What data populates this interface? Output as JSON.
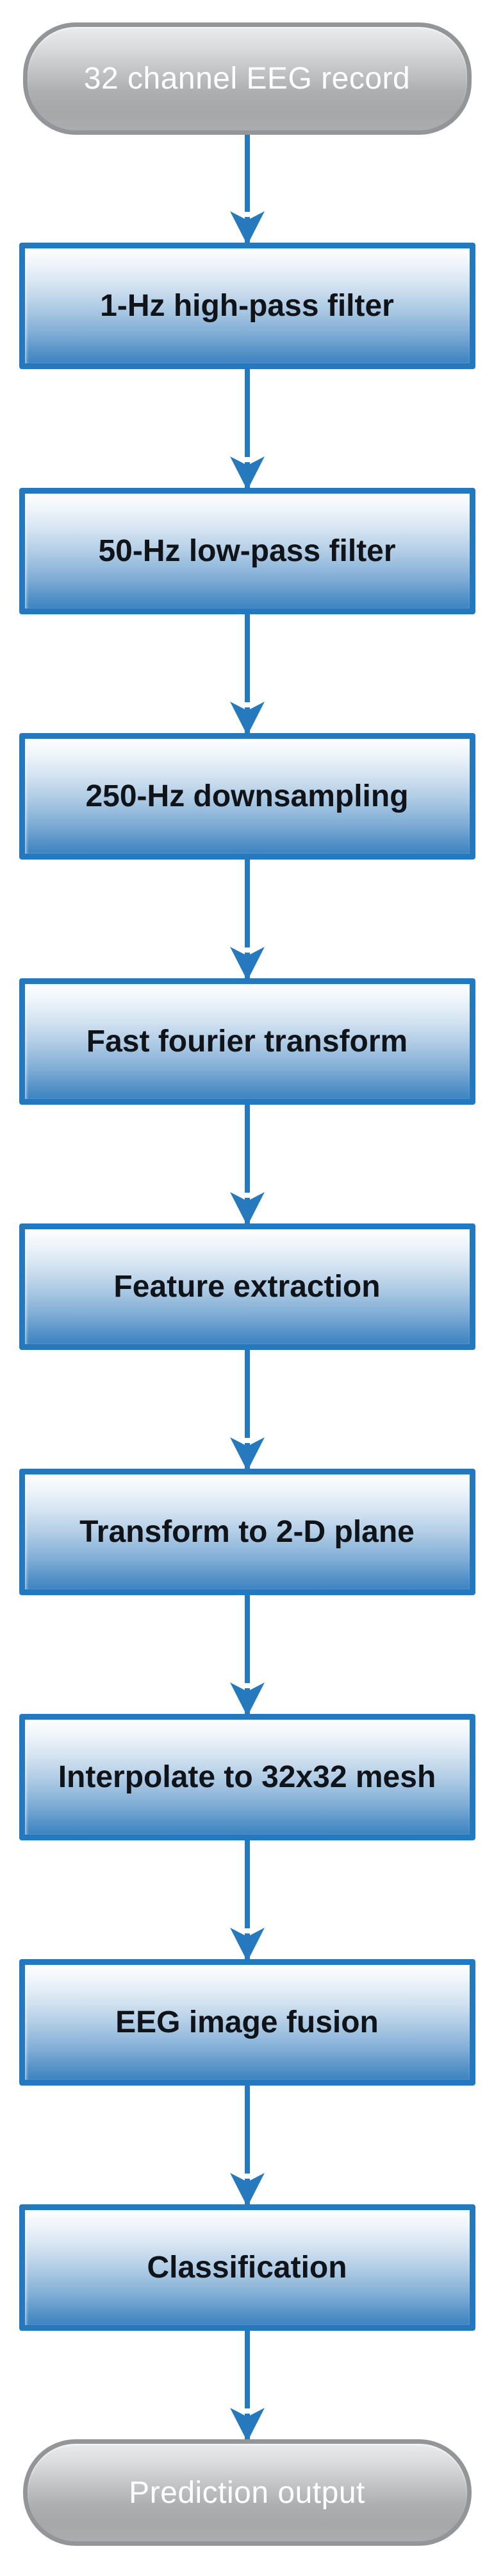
{
  "diagram": {
    "type": "flowchart",
    "orientation": "top-down",
    "nodes": [
      {
        "label": "32 channel EEG record",
        "shape": "terminator"
      },
      {
        "label": "1-Hz high-pass filter",
        "shape": "process"
      },
      {
        "label": "50-Hz low-pass filter",
        "shape": "process"
      },
      {
        "label": "250-Hz downsampling",
        "shape": "process"
      },
      {
        "label": "Fast fourier transform",
        "shape": "process"
      },
      {
        "label": "Feature extraction",
        "shape": "process"
      },
      {
        "label": "Transform to 2-D plane",
        "shape": "process"
      },
      {
        "label": "Interpolate to 32x32 mesh",
        "shape": "process"
      },
      {
        "label": "EEG image fusion",
        "shape": "process"
      },
      {
        "label": "Classification",
        "shape": "process"
      },
      {
        "label": "Prediction output",
        "shape": "terminator"
      }
    ],
    "edges": [
      {
        "from": 0,
        "to": 1
      },
      {
        "from": 1,
        "to": 2
      },
      {
        "from": 2,
        "to": 3
      },
      {
        "from": 3,
        "to": 4
      },
      {
        "from": 4,
        "to": 5
      },
      {
        "from": 5,
        "to": 6
      },
      {
        "from": 6,
        "to": 7
      },
      {
        "from": 7,
        "to": 8
      },
      {
        "from": 8,
        "to": 9
      },
      {
        "from": 9,
        "to": 10
      }
    ],
    "colors": {
      "process_border": "#2478BE",
      "process_fill_top": "#FEFFFF",
      "process_fill_bottom": "#3D84C1",
      "process_text": "#101418",
      "terminator_border": "#939598",
      "terminator_fill_top": "#EAEBEC",
      "terminator_fill_bottom": "#A6A7A9",
      "terminator_text": "#FFFFFF",
      "arrow": "#2779BD",
      "background": "#FFFFFF"
    }
  }
}
